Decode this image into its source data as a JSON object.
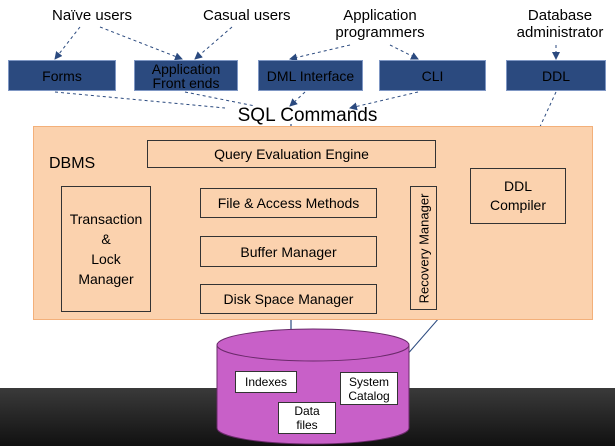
{
  "users": {
    "naive": "Naïve users",
    "casual": "Casual users",
    "programmers_line1": "Application",
    "programmers_line2": "programmers",
    "dba_line1": "Database",
    "dba_line2": "administrator"
  },
  "interfaces": {
    "forms": "Forms",
    "app_line1": "Application",
    "app_line2": "Front ends",
    "dml": "DML Interface",
    "cli": "CLI",
    "ddl": "DDL"
  },
  "sql_commands": "SQL Commands",
  "dbms": {
    "label": "DBMS",
    "query_engine": "Query Evaluation Engine",
    "file_access": "File & Access Methods",
    "buffer_manager": "Buffer Manager",
    "disk_space_manager": "Disk Space Manager",
    "recovery_manager": "Recovery Manager",
    "tlm_line1": "Transaction",
    "tlm_line2": "&",
    "tlm_line3": "Lock",
    "tlm_line4": "Manager",
    "ddl_compiler_line1": "DDL",
    "ddl_compiler_line2": "Compiler"
  },
  "database": {
    "indexes": "Indexes",
    "data_files_line1": "Data",
    "data_files_line2": "files",
    "catalog_line1": "System",
    "catalog_line2": "Catalog"
  },
  "colors": {
    "interface_fill": "#2b4a7f",
    "dbms_fill": "#fbd2ae",
    "database_fill": "#c860c8"
  }
}
